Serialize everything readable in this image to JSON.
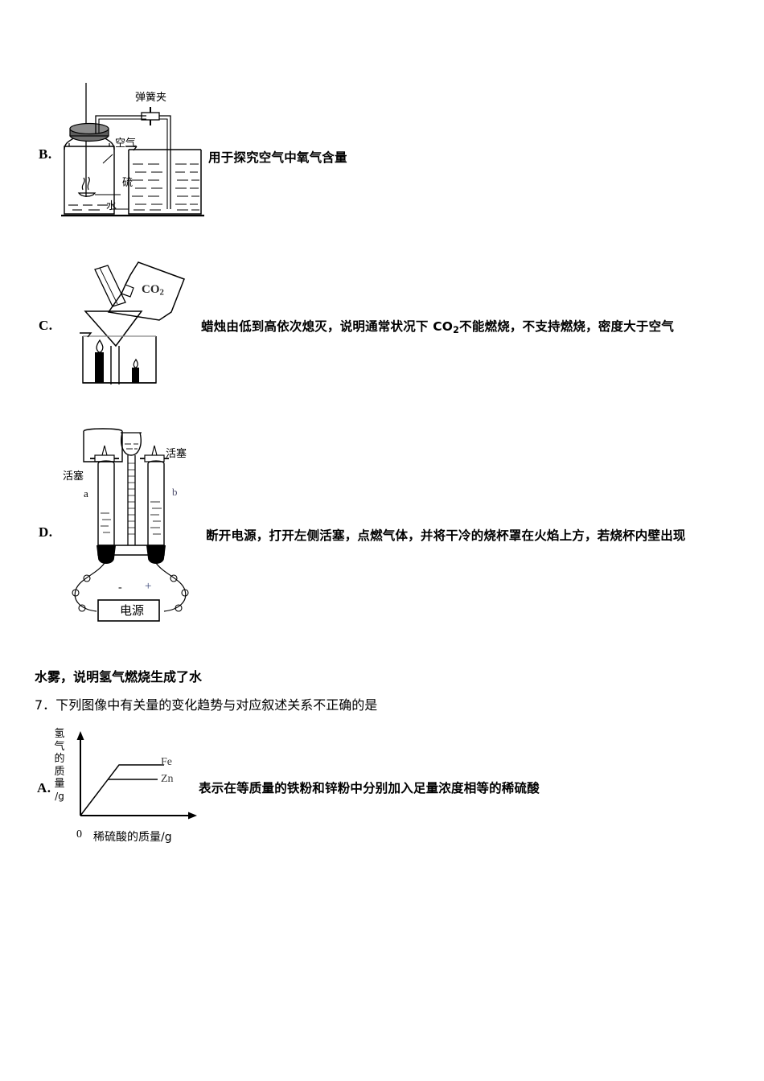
{
  "document": {
    "language": "zh-CN",
    "type": "chemistry-exam-options"
  },
  "options": [
    {
      "letter": "B.",
      "description": "用于探究空气中氧气含量",
      "figure": {
        "name": "air-oxygen-content-apparatus",
        "labels": {
          "clip": "弹簧夹",
          "air": "空气",
          "sulfur": "硫",
          "water": "水"
        }
      }
    },
    {
      "letter": "C.",
      "description_part1": "蜡烛由低到高依次熄灭，说明通常状况下 CO",
      "description_sub": "2",
      "description_part2": "不能燃烧，不支持燃烧，密度大于空气",
      "figure": {
        "name": "carbon-dioxide-candle-beaker",
        "labels": {
          "gas_bottle": "CO",
          "gas_bottle_sub": "2"
        }
      }
    },
    {
      "letter": "D.",
      "description": "断开电源，打开左侧活塞，点燃气体，并将干冷的烧杯罩在火焰上方，若烧杯内壁出现",
      "figure": {
        "name": "water-electrolysis-apparatus",
        "labels": {
          "stopcock_left": "活塞",
          "stopcock_right": "活塞",
          "tube_a": "a",
          "tube_b": "b",
          "negative": "-",
          "positive": "+",
          "power_source": "电源"
        }
      }
    }
  ],
  "continuation_line": "水雾，说明氢气燃烧生成了水",
  "question": {
    "number": "7．",
    "text": "下列图像中有关量的变化趋势与对应叙述关系不正确的是"
  },
  "question7_options": [
    {
      "letter": "A.",
      "description": "表示在等质量的铁粉和锌粉中分别加入足量浓度相等的稀硫酸"
    }
  ],
  "chart_data": {
    "type": "line",
    "title": "",
    "ylabel": "氢气的质量/g",
    "ylabel_chars": [
      "氢",
      "气",
      "的",
      "质",
      "量",
      "/g"
    ],
    "xlabel": "稀硫酸的质量/g",
    "origin_label": "0",
    "grid": false,
    "legend": "inline-right-of-curve",
    "series": [
      {
        "name": "Fe",
        "points": [
          [
            0,
            0
          ],
          [
            38,
            62
          ],
          [
            100,
            62
          ]
        ],
        "plateau_value": 62,
        "breakpoint_x": 38
      },
      {
        "name": "Zn",
        "points": [
          [
            0,
            0
          ],
          [
            27,
            44
          ],
          [
            88,
            44
          ]
        ],
        "plateau_value": 44,
        "breakpoint_x": 27
      }
    ],
    "xlim": [
      0,
      110
    ],
    "ylim": [
      0,
      100
    ]
  }
}
